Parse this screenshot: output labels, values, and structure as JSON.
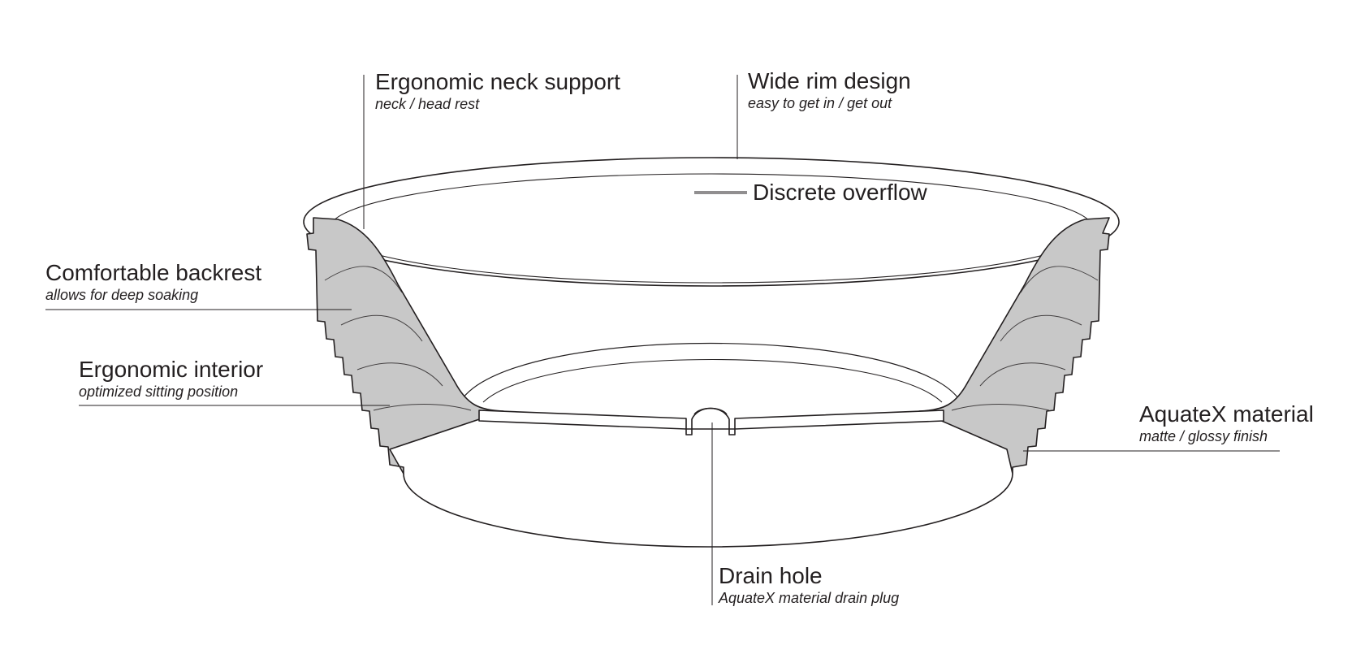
{
  "callouts": {
    "neck": {
      "title": "Ergonomic neck support",
      "sub": "neck / head rest"
    },
    "rim": {
      "title": "Wide rim design",
      "sub": "easy to get in / get out"
    },
    "overflow": {
      "title": "Discrete overflow"
    },
    "backrest": {
      "title": "Comfortable backrest",
      "sub": "allows for deep soaking"
    },
    "interior": {
      "title": "Ergonomic interior",
      "sub": "optimized sitting position"
    },
    "material": {
      "title": "AquateX material",
      "sub": "matte / glossy finish"
    },
    "drain": {
      "title": "Drain hole",
      "sub": "AquateX material drain plug"
    }
  },
  "colors": {
    "line": "#231f20",
    "section_fill": "#c8c8c8",
    "background": "#ffffff"
  }
}
